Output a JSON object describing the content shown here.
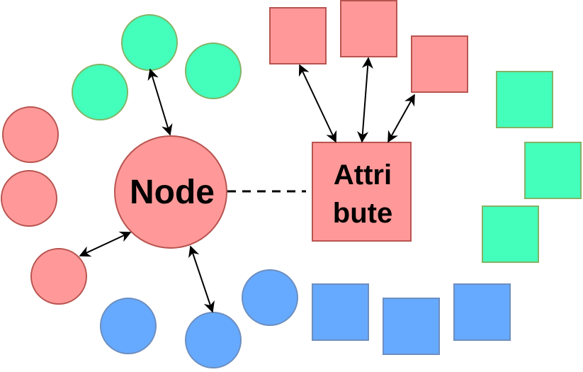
{
  "node": {
    "label": "Node"
  },
  "attribute": {
    "label_line1": "Attri",
    "label_line2": "bute"
  },
  "colors": {
    "red_fill": "#FF9999",
    "red_stroke": "#B85450",
    "green_fill": "#44FFBB",
    "green_stroke": "#82B366",
    "blue_fill": "#66AAFF",
    "blue_stroke": "#6C8EBF",
    "edge": "#000000"
  }
}
